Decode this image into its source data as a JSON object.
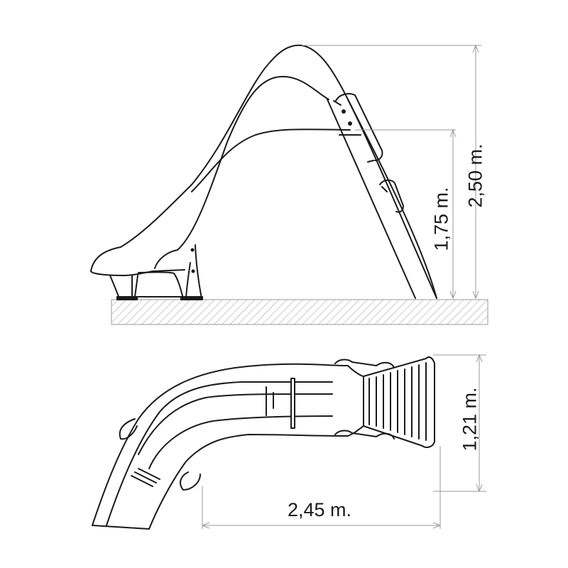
{
  "diagram": {
    "title": "Water slide dimension drawing",
    "views": [
      {
        "name": "side-view",
        "description": "Side elevation of curved slide with ladder on ground"
      },
      {
        "name": "top-view",
        "description": "Plan view of curved slide with ladder and handrails"
      }
    ],
    "dimensions": {
      "total_height": "2,50 m.",
      "platform_height": "1,75 m.",
      "width": "1,21 m.",
      "length": "2,45 m."
    },
    "colors": {
      "line": "#1a1a1a",
      "dimension_line": "#9a9a9a",
      "hatch": "#9a9a9a",
      "background": "#ffffff"
    }
  }
}
